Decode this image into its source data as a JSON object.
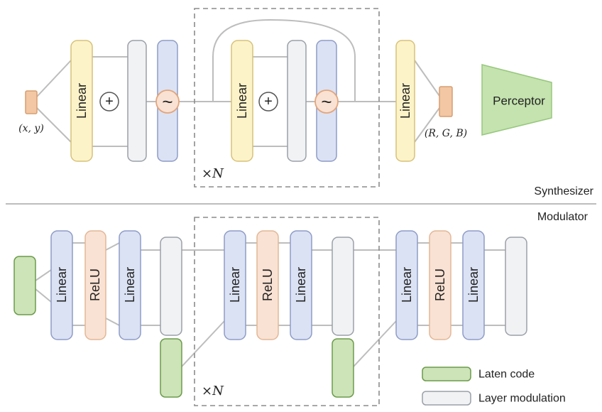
{
  "synthesizer": {
    "section_label": "Synthesizer",
    "input_label": "(x, y)",
    "output_label": "(R, G, B)",
    "linear_label": "Linear",
    "add_symbol": "+",
    "activation_symbol": "~",
    "repeat_label": "×N",
    "perceptor_label": "Perceptor"
  },
  "modulator": {
    "section_label": "Modulator",
    "linear_label": "Linear",
    "relu_label": "ReLU",
    "repeat_label": "×N"
  },
  "legend": {
    "latent_code_label": "Laten code",
    "layer_modulation_label": "Layer modulation"
  },
  "colors": {
    "linear_yellow": "#fdf3c9",
    "linear_yellow_stroke": "#d7c27a",
    "mod_gray": "#f1f2f4",
    "mod_gray_stroke": "#9aa0a8",
    "linear_blue": "#dbe2f4",
    "linear_blue_stroke": "#8e9cc7",
    "relu_peach": "#f9e2d3",
    "relu_peach_stroke": "#e3b797",
    "io_orange": "#f3c7a3",
    "io_orange_stroke": "#d79d71",
    "latent_green": "#cde3b8",
    "latent_green_stroke": "#6b9b4a",
    "perceptor_green": "#c4e3ae",
    "perceptor_green_stroke": "#97c77d",
    "line_gray": "#bdbdbd",
    "dash_gray": "#8c8c8c"
  }
}
